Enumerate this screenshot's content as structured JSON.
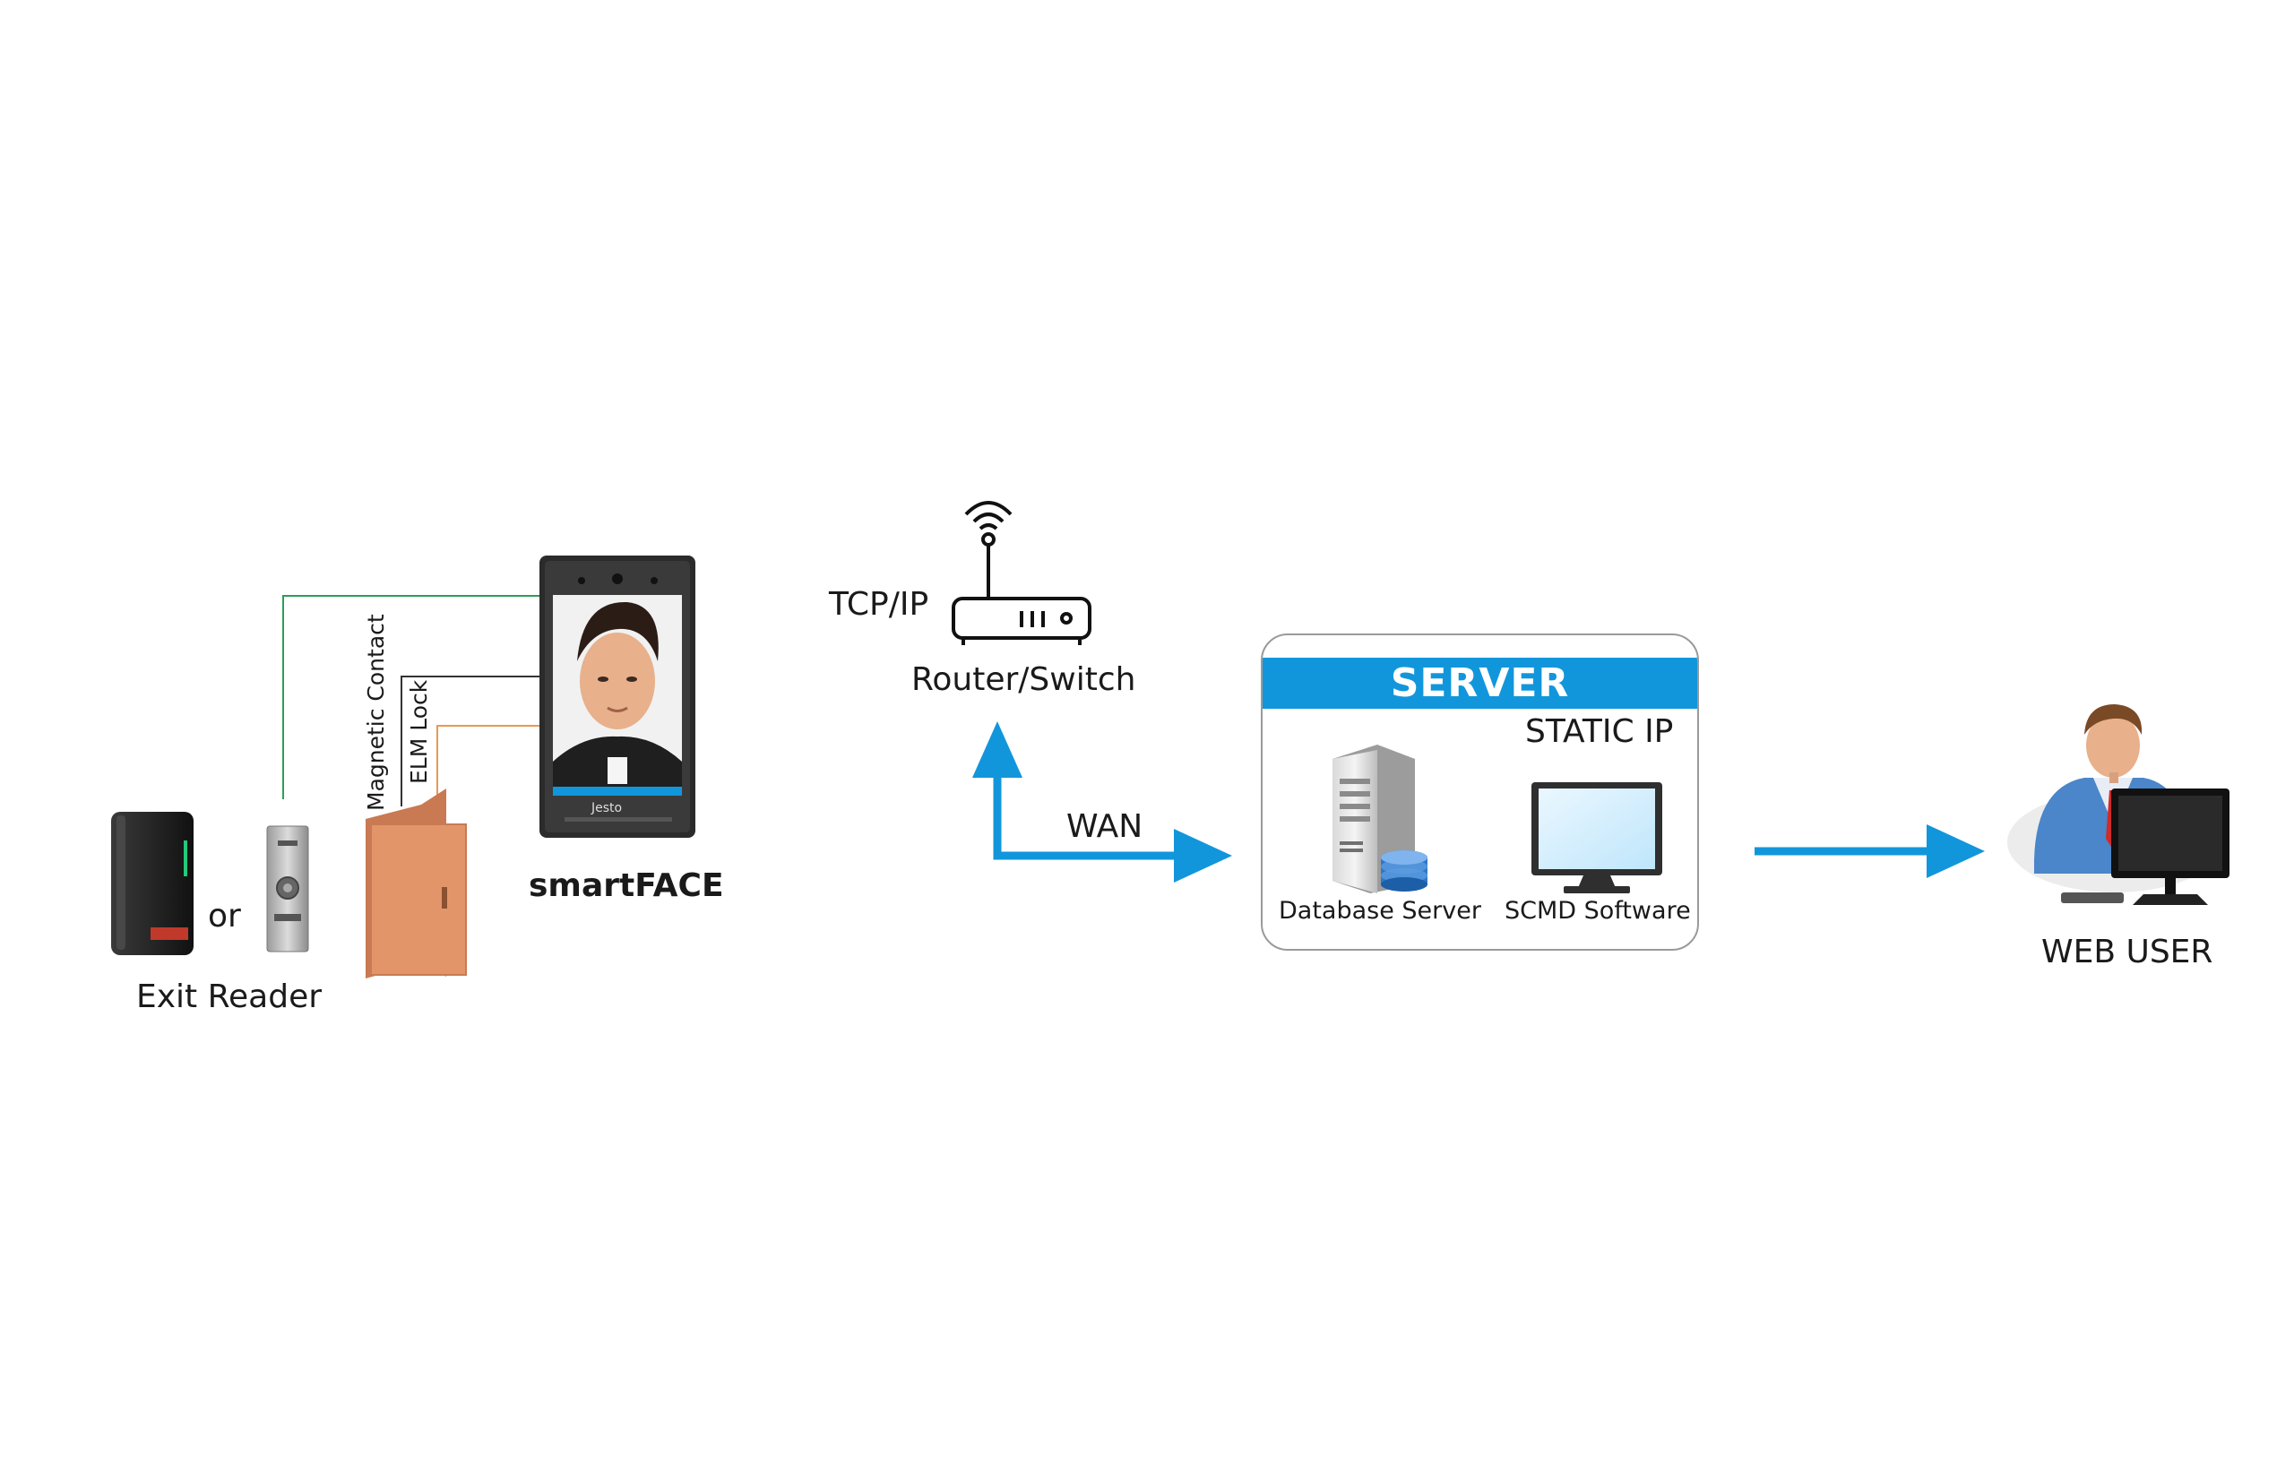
{
  "labels": {
    "exit_reader": "Exit Reader",
    "or": "or",
    "magnetic_contact": "Magnetic Contact",
    "elm_lock": "ELM Lock",
    "smartface": "smartFACE",
    "tcpip": "TCP/IP",
    "router": "Router/Switch",
    "wan": "WAN",
    "server_title": "SERVER",
    "static_ip": "STATIC IP",
    "database_server": "Database Server",
    "scmd_software": "SCMD Software",
    "web_user": "WEB USER",
    "device_brand": "Jesto"
  },
  "colors": {
    "accent_blue": "#1296db",
    "wire_green": "#2e9e58",
    "wire_dark": "#333333",
    "wire_orange": "#e89a4f",
    "door": "#e3956a"
  },
  "icons": [
    "card-reader-icon",
    "exit-button-icon",
    "door-icon",
    "face-terminal-icon",
    "wifi-router-icon",
    "database-server-icon",
    "monitor-icon",
    "web-user-icon"
  ]
}
